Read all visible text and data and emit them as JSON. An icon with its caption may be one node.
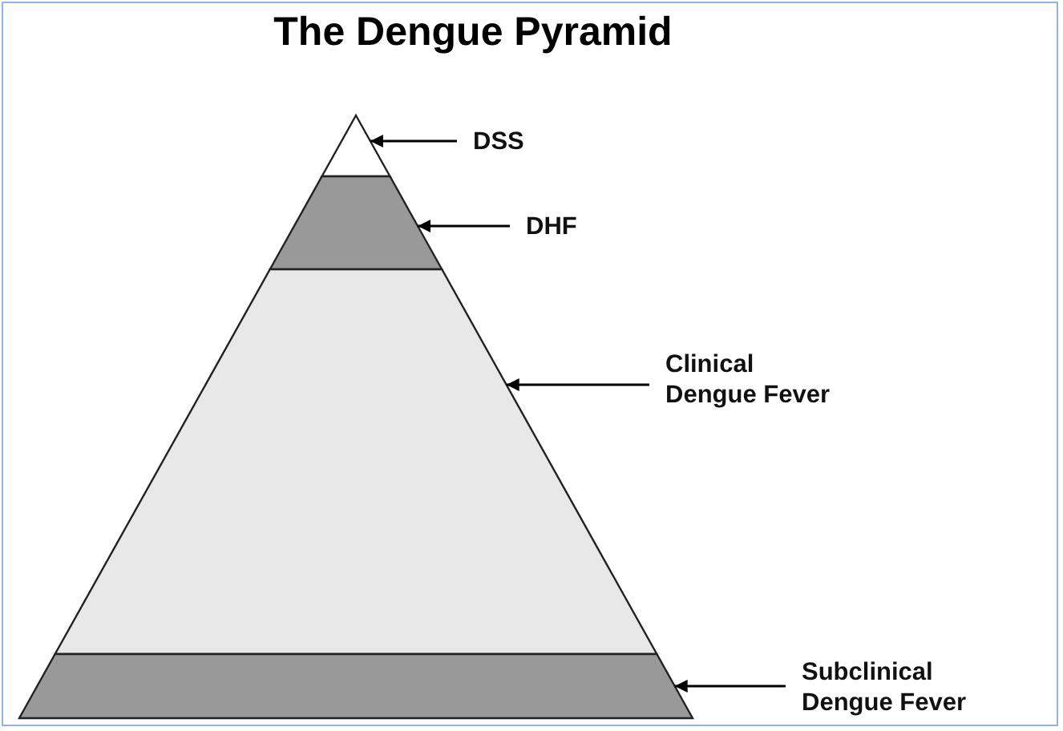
{
  "diagram": {
    "title": "The Dengue Pyramid",
    "nodes": [
      {
        "text": [],
        "shape": "triangle"
      },
      {
        "text": [
          "DSS"
        ]
      },
      {
        "text": [],
        "shape": "band"
      },
      {
        "text": [
          "DHF"
        ]
      },
      {
        "text": [],
        "shape": "band"
      },
      {
        "text": [
          "Clinical Dengue Fever"
        ]
      },
      {
        "text": [],
        "shape": "band"
      },
      {
        "text": [
          "Subclinical Dengue Fever"
        ]
      }
    ],
    "edges": [
      {
        "from": 1,
        "to": 0,
        "arrow": "to"
      },
      {
        "from": 3,
        "to": 2,
        "arrow": "to"
      },
      {
        "from": 5,
        "to": 4,
        "arrow": "to"
      },
      {
        "from": 7,
        "to": 6,
        "arrow": "to"
      }
    ]
  }
}
